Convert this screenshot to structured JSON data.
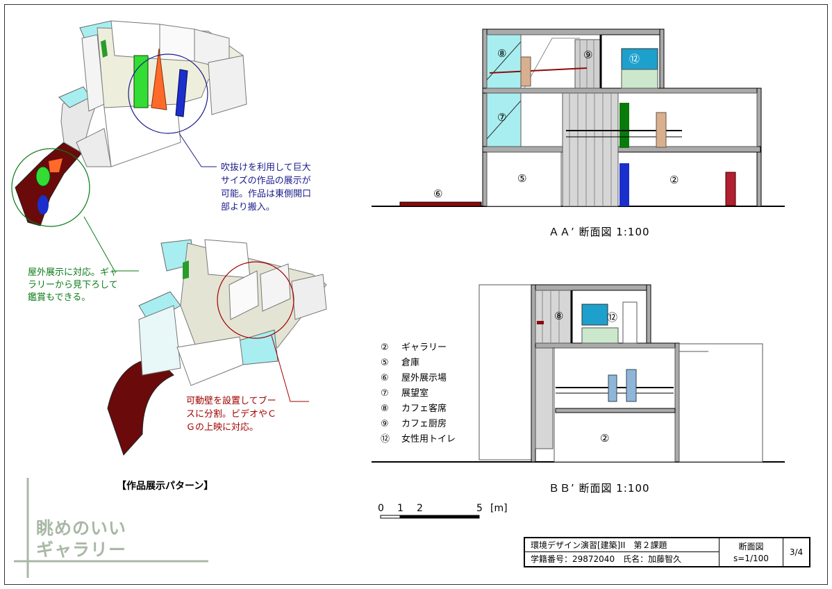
{
  "notes": {
    "atrium": [
      "吹抜けを利用して巨大",
      "サイズの作品の展示が",
      "可能。作品は東側開口",
      "部より搬入。"
    ],
    "outdoor": [
      "屋外展示に対応。ギャ",
      "ラリーから見下ろして",
      "鑑賞もできる。"
    ],
    "booths": [
      "可動壁を設置してブー",
      "スに分割。ビデオやＣ",
      "Ｇの上映に対応。"
    ]
  },
  "pattern_title": "【作品展示パターン】",
  "brand": [
    "眺めのいい",
    "ギャラリー"
  ],
  "section_aa": {
    "caption": "ＡＡ’ 断面図 1:100",
    "labels": {
      "r8": "⑧",
      "r9": "⑨",
      "r12": "⑫",
      "r7": "⑦",
      "r5": "⑤",
      "r2": "②",
      "r6": "⑥"
    }
  },
  "section_bb": {
    "caption": "ＢＢ’ 断面図 1:100",
    "labels": {
      "r8": "⑧",
      "r12": "⑫",
      "r2": "②"
    }
  },
  "legend": [
    {
      "num": "②",
      "name": "ギャラリー"
    },
    {
      "num": "⑤",
      "name": "倉庫"
    },
    {
      "num": "⑥",
      "name": "屋外展示場"
    },
    {
      "num": "⑦",
      "name": "展望室"
    },
    {
      "num": "⑧",
      "name": "カフェ客席"
    },
    {
      "num": "⑨",
      "name": "カフェ厨房"
    },
    {
      "num": "⑫",
      "name": "女性用トイレ"
    }
  ],
  "scale_bar": {
    "ticks": [
      "0",
      "1",
      "2",
      "5"
    ],
    "unit": "[m]"
  },
  "title_block": {
    "course": "環境デザイン演習[建築]II　第２課題",
    "student": "学籍番号：29872040　氏名：加藤智久",
    "drawing": "断面図",
    "scale": "s=1/100",
    "sheet": "3/4"
  },
  "colors": {
    "green_note": "#0a7a16",
    "blue_note": "#1a1a8c",
    "red_note": "#a00000",
    "outdoor_deck": "#6b0a0a",
    "glass": "#a8eef0",
    "brand": "#a9b8a6"
  }
}
